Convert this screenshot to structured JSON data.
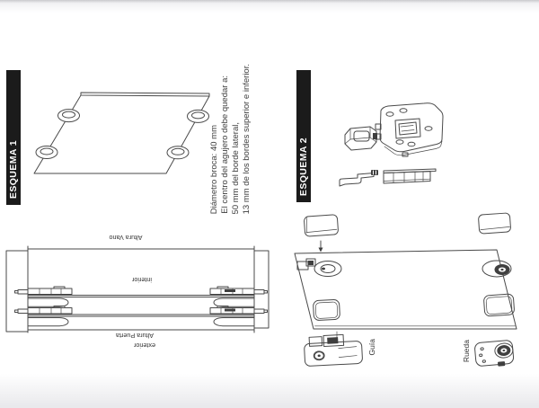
{
  "page": {
    "background": "#ffffff",
    "banner_bg": "#1b1b1b",
    "banner_text_color": "#ffffff",
    "line_color": "#4a4a4a",
    "text_color": "#3c3c3c"
  },
  "esquema1": {
    "banner": "ESQUEMA 1",
    "instructions": [
      "Diámetro broca: 40 mm",
      "El centro del agujero debe quedar a:",
      "50 mm del borde lateral,",
      "13 mm de los bordes superior e inferior."
    ]
  },
  "esquema2": {
    "banner": "ESQUEMA 2"
  },
  "cross_section": {
    "labels": {
      "altura_vano": "Altura Vano",
      "interior": "interior",
      "altura_puerta": "Altura Puerta",
      "exterior": "exterior"
    }
  },
  "door_panel": {
    "labels": {
      "guia": "Guía",
      "rueda": "Rueda"
    }
  }
}
